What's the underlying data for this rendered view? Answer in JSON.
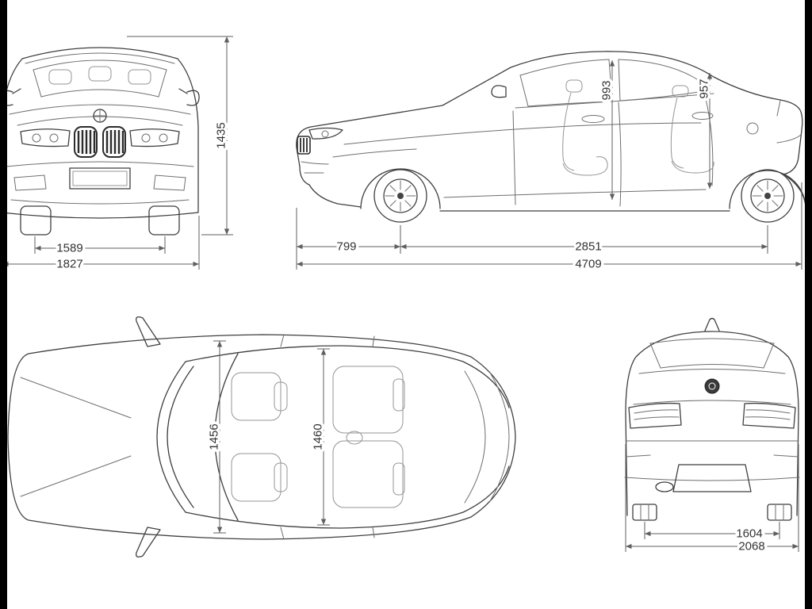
{
  "diagram": {
    "front_view": {
      "height": "1435",
      "track_width": "1589",
      "body_width": "1827"
    },
    "side_view": {
      "headroom_front": "993",
      "headroom_rear": "957",
      "front_overhang": "799",
      "wheelbase": "2851",
      "overall_length": "4709"
    },
    "top_view": {
      "interior_width_front": "1456",
      "interior_width_rear": "1460"
    },
    "rear_view": {
      "track_width": "1604",
      "overall_width": "2068"
    }
  },
  "colors": {
    "background": "#ffffff",
    "letterbox_bars": "#000000",
    "car_line": "#3f3f3f",
    "dimension_line": "#5f5f5f",
    "label_text": "#333333"
  }
}
